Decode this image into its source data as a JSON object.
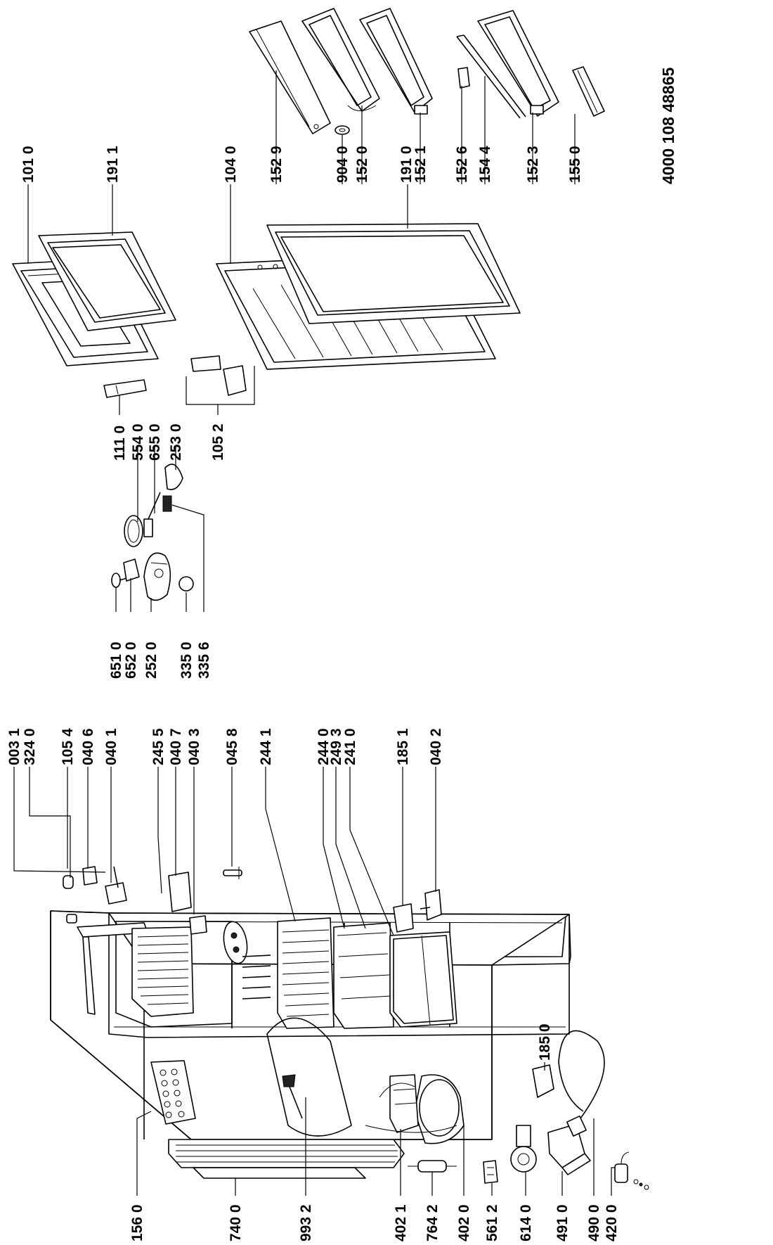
{
  "document_number": "4000 108 48865",
  "parts": {
    "p0031": "003 1",
    "p3240": "324 0",
    "p1054": "105 4",
    "p0406": "040 6",
    "p0401": "040 1",
    "p2455": "245 5",
    "p0407": "040 7",
    "p0403": "040 3",
    "p0458": "045 8",
    "p2441": "244 1",
    "p2440": "244 0",
    "p2493": "249 3",
    "p2410": "241 0",
    "p1851": "185 1",
    "p0402": "040 2",
    "p1850": "185 0",
    "p1560": "156 0",
    "p7400": "740 0",
    "p9932": "993 2",
    "p4021": "402 1",
    "p7642": "764 2",
    "p4020": "402 0",
    "p5612": "561 2",
    "p6140": "614 0",
    "p4910": "491 0",
    "p4900": "490 0",
    "p4200": "420 0",
    "p6510": "651 0",
    "p6520": "652 0",
    "p2520": "252 0",
    "p3350": "335 0",
    "p3356": "335 6",
    "p1110": "111 0",
    "p5540": "554 0",
    "p6550": "655 0",
    "p2530": "253 0",
    "p1052": "105 2",
    "p1010": "101 0",
    "p1911": "191 1",
    "p1040": "104 0",
    "p1529": "152 9",
    "p9040": "904 0",
    "p1520": "152 0",
    "p1910": "191 0",
    "p1521": "152 1",
    "p1526": "152 6",
    "p1544": "154 4",
    "p1523": "152 3",
    "p1550": "155 0"
  }
}
